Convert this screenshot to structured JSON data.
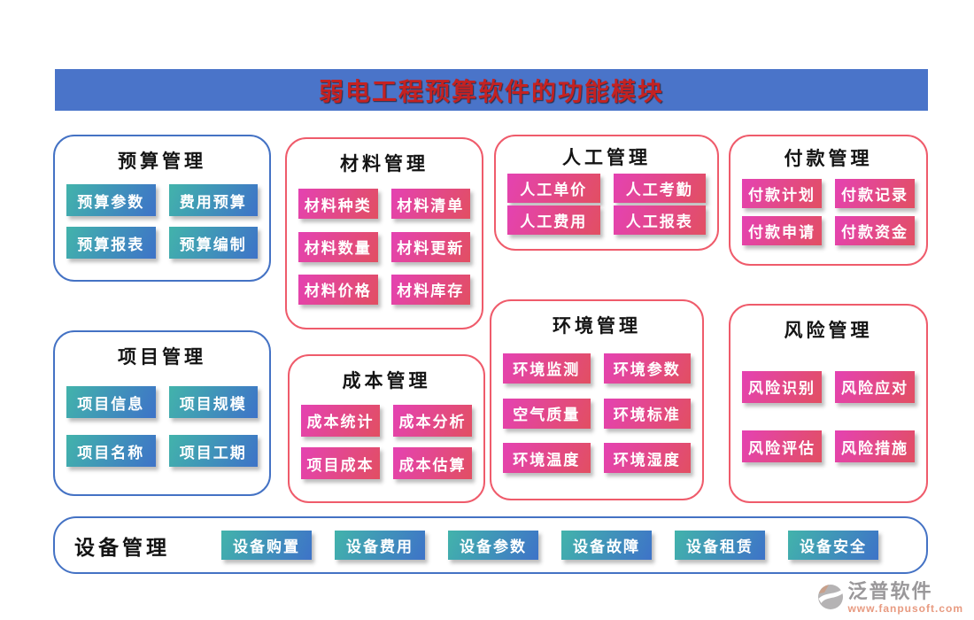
{
  "title": {
    "text": "弱电工程预算软件的功能模块"
  },
  "colors": {
    "banner_bg": "#4a74c9",
    "banner_text": "#c42222",
    "blue_border": "#4472c4",
    "red_border": "#ef5b6b",
    "btn_blue_gradient": [
      "#42b3ab",
      "#3e73c8"
    ],
    "btn_pink_gradient": [
      "#e442b2",
      "#e24f62"
    ],
    "button_text": "#ffffff",
    "group_title_text": "#141414",
    "brand_gray": "#9a989a",
    "brand_url_color": "#e89a80"
  },
  "groups": [
    {
      "id": "budget",
      "title": "预算管理",
      "theme": "blue",
      "items": [
        "预算参数",
        "费用预算",
        "预算报表",
        "预算编制"
      ]
    },
    {
      "id": "material",
      "title": "材料管理",
      "theme": "pink",
      "items": [
        "材料种类",
        "材料清单",
        "材料数量",
        "材料更新",
        "材料价格",
        "材料库存"
      ]
    },
    {
      "id": "labor",
      "title": "人工管理",
      "theme": "pink",
      "items": [
        "人工单价",
        "人工考勤",
        "人工费用",
        "人工报表"
      ]
    },
    {
      "id": "payment",
      "title": "付款管理",
      "theme": "pink",
      "items": [
        "付款计划",
        "付款记录",
        "付款申请",
        "付款资金"
      ]
    },
    {
      "id": "project",
      "title": "项目管理",
      "theme": "blue",
      "items": [
        "项目信息",
        "项目规模",
        "项目名称",
        "项目工期"
      ]
    },
    {
      "id": "cost",
      "title": "成本管理",
      "theme": "pink",
      "items": [
        "成本统计",
        "成本分析",
        "项目成本",
        "成本估算"
      ]
    },
    {
      "id": "environment",
      "title": "环境管理",
      "theme": "pink",
      "items": [
        "环境监测",
        "环境参数",
        "空气质量",
        "环境标准",
        "环境温度",
        "环境湿度"
      ]
    },
    {
      "id": "risk",
      "title": "风险管理",
      "theme": "pink",
      "items": [
        "风险识别",
        "风险应对",
        "风险评估",
        "风险措施"
      ]
    },
    {
      "id": "equipment",
      "title": "设备管理",
      "theme": "blue",
      "items": [
        "设备购置",
        "设备费用",
        "设备参数",
        "设备故障",
        "设备租赁",
        "设备安全"
      ]
    }
  ],
  "footer": {
    "brand": "泛普软件",
    "url": "www.fanpusoft.com",
    "logo_icon": "fanpu-circle-logo"
  }
}
